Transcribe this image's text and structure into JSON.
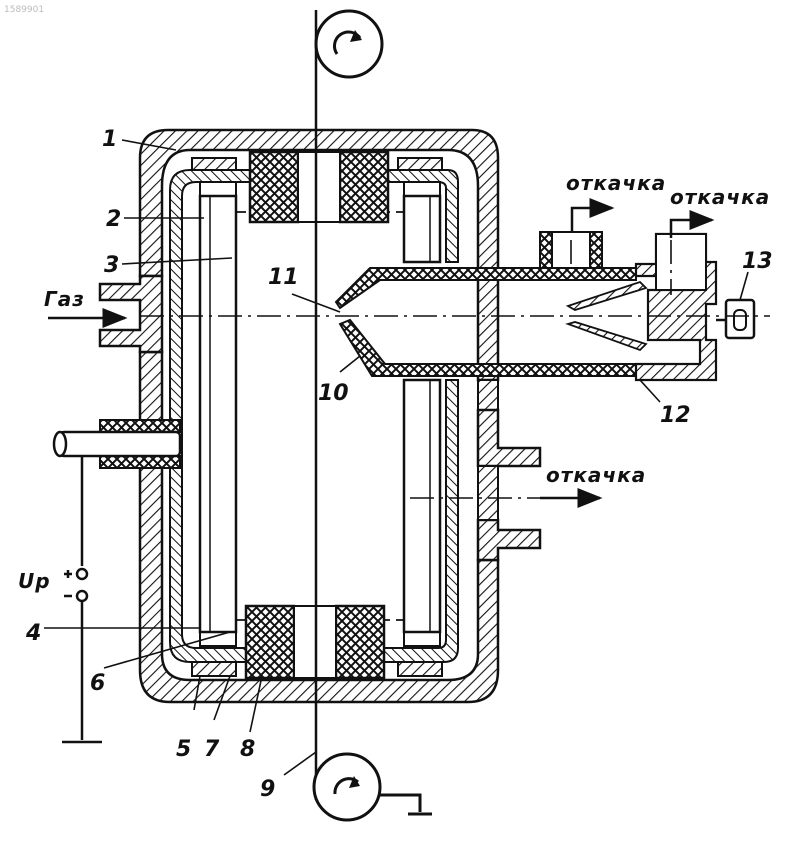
{
  "watermark": "1589901",
  "labels": {
    "gas": "Газ",
    "pump_top_left": "откачка",
    "pump_top_right": "откачка",
    "pump_right": "откачка",
    "voltage": "Uр"
  },
  "callouts": {
    "n1": "1",
    "n2": "2",
    "n3": "3",
    "n4": "4",
    "n5": "5",
    "n6": "6",
    "n7": "7",
    "n8": "8",
    "n9": "9",
    "n10": "10",
    "n11": "11",
    "n12": "12",
    "n13": "13"
  },
  "colors": {
    "ink": "#111111",
    "paper": "#ffffff"
  },
  "icons": [
    "roller-top-icon",
    "roller-bottom-icon",
    "ground-icon",
    "terminal-plus-icon",
    "terminal-minus-icon"
  ]
}
